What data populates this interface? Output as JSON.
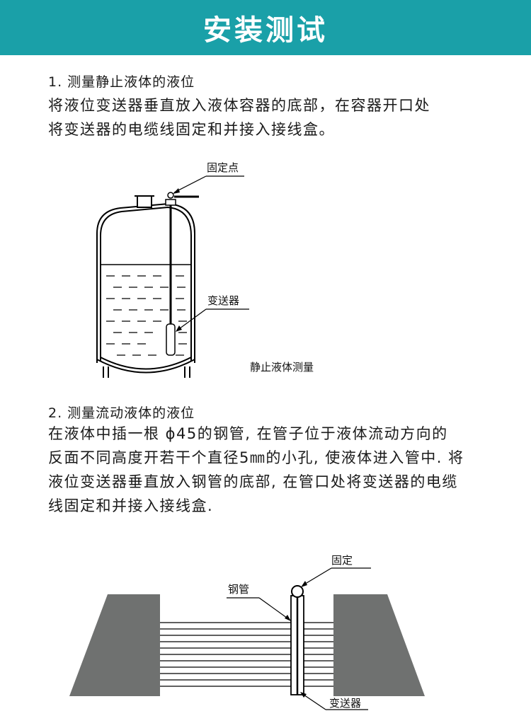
{
  "header": {
    "title": "安装测试"
  },
  "section1": {
    "heading": "1. 测量静止液体的液位",
    "lines": [
      "    将液位变送器垂直放入液体容器的底部，在容器开口处",
      "将变送器的电缆线固定和并接入接线盒。"
    ],
    "figure": {
      "label_fixpoint": "固定点",
      "label_transmitter": "变送器",
      "caption": "静止液体测量"
    }
  },
  "section2": {
    "heading": "2. 测量流动液体的液位",
    "lines": [
      "    在液体中插一根 ϕ45的钢管, 在管子位于液体流动方向的",
      "反面不同高度开若干个直径5㎜的小孔, 使液体进入管中. 将",
      "液位变送器垂直放入钢管的底部, 在管口处将变送器的电缆",
      "线固定和并接入接线盒."
    ],
    "figure": {
      "label_fix": "固定",
      "label_pipe": "钢管",
      "label_transmitter": "变送器"
    }
  },
  "colors": {
    "banner": "#1aa0a8",
    "bank": "#6f7170"
  }
}
